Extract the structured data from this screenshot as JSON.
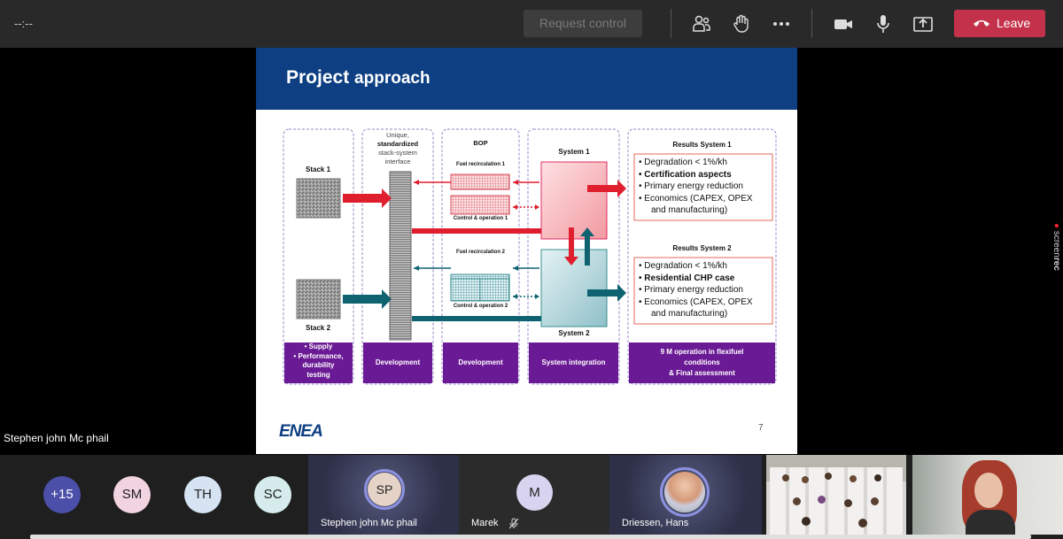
{
  "topbar": {
    "timer": "--:--",
    "request_control": "Request control",
    "leave": "Leave"
  },
  "presenter": {
    "name": "Stephen john Mc phail"
  },
  "watermark": {
    "prefix": "screen",
    "suffix": "rec"
  },
  "slide": {
    "title_main": "Project",
    "title_rest": "approach",
    "page_number": "7",
    "logo_text": "ENEA",
    "columns": {
      "stack1": "Stack 1",
      "stack2": "Stack 2",
      "interface_l1": "Unique,",
      "interface_l2": "standardized",
      "interface_l3": "stack-system",
      "interface_l4": "interface",
      "bop": "BOP",
      "fuel_recirc_1": "Fuel recirculation 1",
      "control_op_1": "Control & operation 1",
      "fuel_recirc_2": "Fuel recirculation 2",
      "control_op_2": "Control & operation 2",
      "system1": "System 1",
      "system2": "System 2",
      "results1_title": "Results System 1",
      "results2_title": "Results System 2"
    },
    "results1": [
      "Degradation < 1%/kh",
      "Certification aspects",
      "Primary energy reduction",
      "Economics (CAPEX, OPEX",
      "and manufacturing)"
    ],
    "results2": [
      "Degradation < 1%/kh",
      "Residential CHP case",
      "Primary energy reduction",
      "Economics (CAPEX, OPEX",
      "and manufacturing)"
    ],
    "footer": {
      "supply": "Supply",
      "performance_l1": "Performance,",
      "performance_l2": "durability",
      "performance_l3": "testing",
      "dev1": "Development",
      "dev2": "Development",
      "sysint": "System integration",
      "final_l1": "9 M operation in flexifuel",
      "final_l2": "conditions",
      "final_l3": "& Final assessment"
    }
  },
  "participants": {
    "overflow": "+15",
    "avatars": [
      {
        "initials": "SM",
        "color": "#f2d3e0"
      },
      {
        "initials": "TH",
        "color": "#d5e3f2"
      },
      {
        "initials": "SC",
        "color": "#d6ecec"
      }
    ],
    "tiles": [
      {
        "initials": "SP",
        "name": "Stephen john Mc phail"
      },
      {
        "initials": "M",
        "name": "Marek"
      },
      {
        "name": "Driessen, Hans"
      }
    ]
  },
  "colors": {
    "leave": "#c4314b",
    "slide_header": "#0d3f82",
    "footer_purple": "#6a1a94"
  }
}
